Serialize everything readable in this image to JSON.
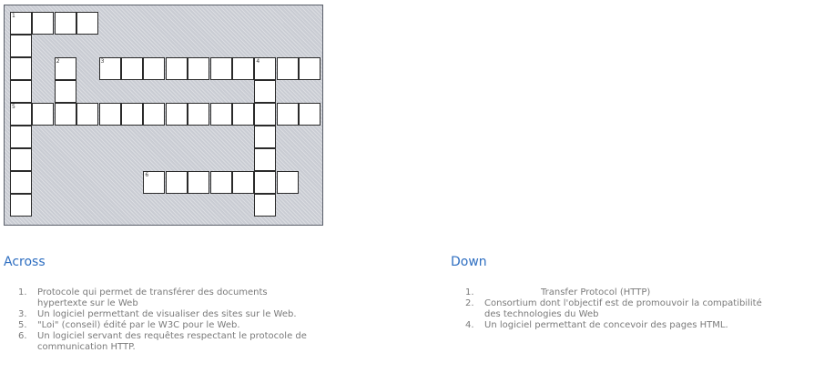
{
  "crossword": {
    "cells": [
      {
        "r": 0,
        "c": 0,
        "n": "1"
      },
      {
        "r": 0,
        "c": 1
      },
      {
        "r": 0,
        "c": 2
      },
      {
        "r": 0,
        "c": 3
      },
      {
        "r": 1,
        "c": 0
      },
      {
        "r": 2,
        "c": 0
      },
      {
        "r": 2,
        "c": 2,
        "n": "2"
      },
      {
        "r": 2,
        "c": 4,
        "n": "3"
      },
      {
        "r": 2,
        "c": 5
      },
      {
        "r": 2,
        "c": 6
      },
      {
        "r": 2,
        "c": 7
      },
      {
        "r": 2,
        "c": 8
      },
      {
        "r": 2,
        "c": 9
      },
      {
        "r": 2,
        "c": 10
      },
      {
        "r": 2,
        "c": 11,
        "n": "4"
      },
      {
        "r": 2,
        "c": 12
      },
      {
        "r": 2,
        "c": 13
      },
      {
        "r": 3,
        "c": 0
      },
      {
        "r": 3,
        "c": 2
      },
      {
        "r": 3,
        "c": 11
      },
      {
        "r": 4,
        "c": 0,
        "n": "5"
      },
      {
        "r": 4,
        "c": 1
      },
      {
        "r": 4,
        "c": 2
      },
      {
        "r": 4,
        "c": 3
      },
      {
        "r": 4,
        "c": 4
      },
      {
        "r": 4,
        "c": 5
      },
      {
        "r": 4,
        "c": 6
      },
      {
        "r": 4,
        "c": 7
      },
      {
        "r": 4,
        "c": 8
      },
      {
        "r": 4,
        "c": 9
      },
      {
        "r": 4,
        "c": 10
      },
      {
        "r": 4,
        "c": 11
      },
      {
        "r": 4,
        "c": 12
      },
      {
        "r": 4,
        "c": 13
      },
      {
        "r": 5,
        "c": 0
      },
      {
        "r": 5,
        "c": 11
      },
      {
        "r": 6,
        "c": 0
      },
      {
        "r": 6,
        "c": 11
      },
      {
        "r": 7,
        "c": 0
      },
      {
        "r": 7,
        "c": 6,
        "n": "6"
      },
      {
        "r": 7,
        "c": 7
      },
      {
        "r": 7,
        "c": 8
      },
      {
        "r": 7,
        "c": 9
      },
      {
        "r": 7,
        "c": 10
      },
      {
        "r": 7,
        "c": 11
      },
      {
        "r": 7,
        "c": 12
      },
      {
        "r": 8,
        "c": 0
      },
      {
        "r": 8,
        "c": 11
      }
    ]
  },
  "across": {
    "title": "Across",
    "clues": [
      {
        "num": "1.",
        "lines": [
          "Protocole qui permet de transférer des documents",
          "hypertexte sur le Web"
        ]
      },
      {
        "num": "3.",
        "lines": [
          "Un logiciel permettant de visualiser des sites sur le Web."
        ]
      },
      {
        "num": "5.",
        "lines": [
          "\"Loi\" (conseil) édité par le W3C pour le Web."
        ]
      },
      {
        "num": "6.",
        "lines": [
          "Un logiciel servant des requêtes respectant le protocole de",
          "communication HTTP."
        ]
      }
    ]
  },
  "down": {
    "title": "Down",
    "clues": [
      {
        "num": "1.",
        "lines": [
          "Transfer Protocol (HTTP)"
        ],
        "indent": true
      },
      {
        "num": "2.",
        "lines": [
          "Consortium dont l'objectif est de promouvoir la compatibilité",
          "des technologies du Web"
        ]
      },
      {
        "num": "4.",
        "lines": [
          "Un logiciel permettant de concevoir des pages HTML."
        ]
      }
    ]
  }
}
